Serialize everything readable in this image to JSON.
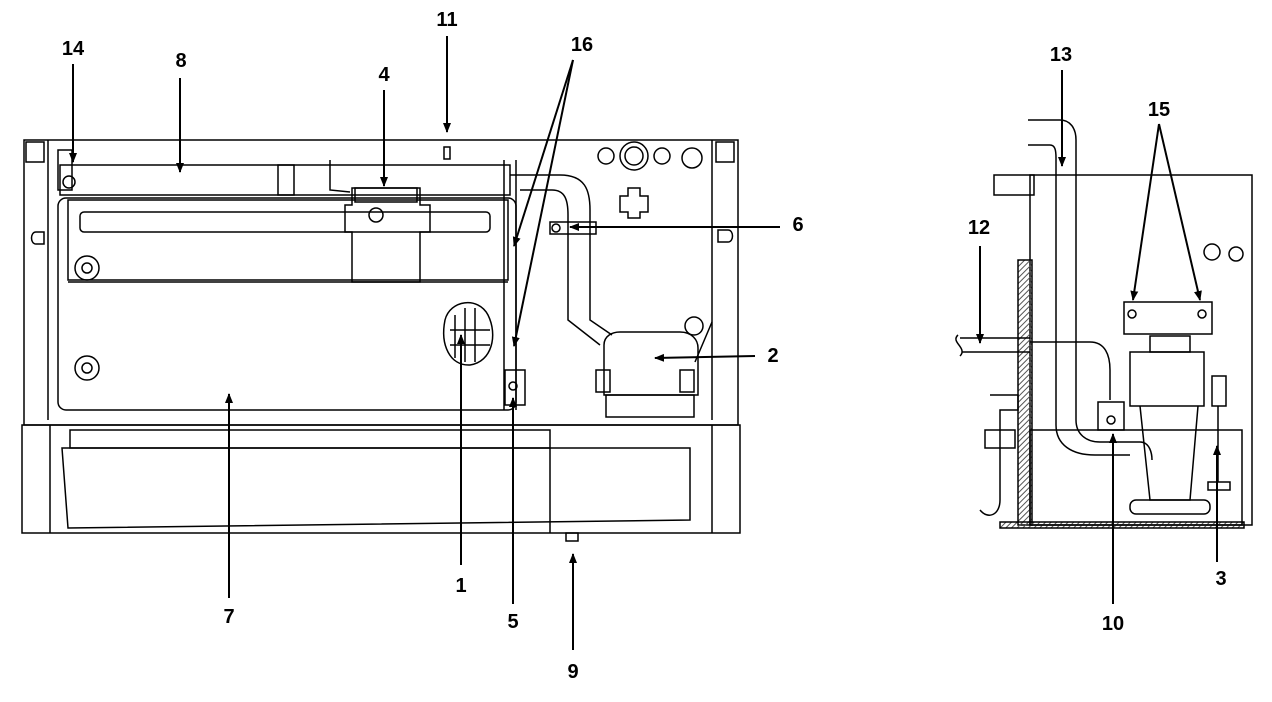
{
  "callouts": {
    "c1": "1",
    "c2": "2",
    "c3": "3",
    "c4": "4",
    "c5": "5",
    "c6": "6",
    "c7": "7",
    "c8": "8",
    "c9": "9",
    "c10": "10",
    "c11": "11",
    "c12": "12",
    "c13": "13",
    "c14": "14",
    "c15": "15",
    "c16": "16"
  },
  "colors": {
    "line": "#000000",
    "hatch": "#555555",
    "background": "#ffffff"
  }
}
